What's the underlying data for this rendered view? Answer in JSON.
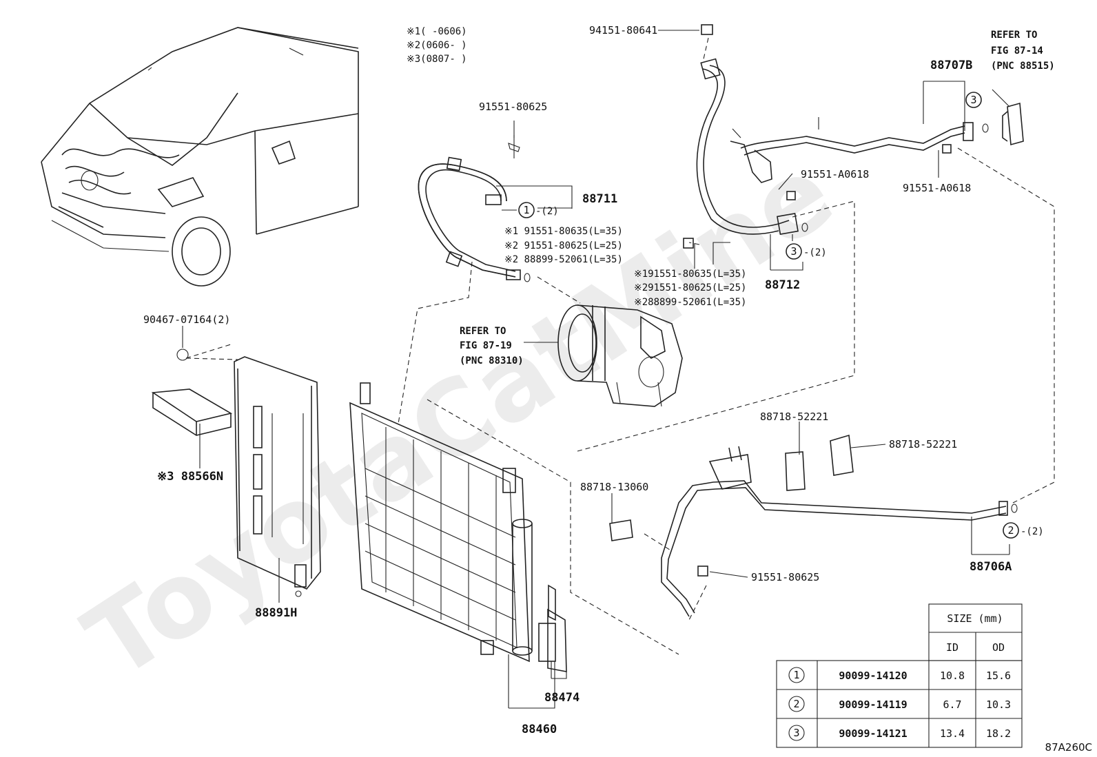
{
  "watermark": "ToyotaCatMine",
  "figure_code": "87A260C",
  "notes": [
    {
      "mark": "※1",
      "range": "(      -0606)"
    },
    {
      "mark": "※2",
      "range": "(0606-      )"
    },
    {
      "mark": "※3",
      "range": "(0807-      )"
    }
  ],
  "refer_top": [
    "REFER TO",
    "FIG 87-14",
    "(PNC 88515)"
  ],
  "refer_compressor": [
    "REFER TO",
    "FIG 87-19",
    "(PNC 88310)"
  ],
  "parts": {
    "p94151": "94151-80641",
    "p88707b": "88707B",
    "p91551_a0618_a": "91551-A0618",
    "p91551_a0618_b": "91551-A0618",
    "p91551_80625_top": "91551-80625",
    "p88711": "88711",
    "p88711_seal": "-(2)",
    "p88712": "88712",
    "p88712_seal": "-(2)",
    "bolts_left": [
      "※1 91551-80635(L=35)",
      "※2 91551-80625(L=25)",
      "※2 88899-52061(L=35)"
    ],
    "bolts_right": [
      "※191551-80635(L=35)",
      "※291551-80625(L=25)",
      "※288899-52061(L=35)"
    ],
    "p90467": "90467-07164(2)",
    "p88566n": "※3 88566N",
    "p88891h": "88891H",
    "p88460": "88460",
    "p88474": "88474",
    "p88718_13060": "88718-13060",
    "p88718_52221_a": "88718-52221",
    "p88718_52221_b": "88718-52221",
    "p91551_80625_bottom": "91551-80625",
    "p88706a": "88706A",
    "p88706a_seal": "-(2)"
  },
  "seal_markers": {
    "one": "1",
    "two": "2",
    "three": "3"
  },
  "size_table": {
    "header": "SIZE (mm)",
    "col_id": "ID",
    "col_od": "OD",
    "rows": [
      {
        "mark": "1",
        "part": "90099-14120",
        "id": "10.8",
        "od": "15.6"
      },
      {
        "mark": "2",
        "part": "90099-14119",
        "id": "6.7",
        "od": "10.3"
      },
      {
        "mark": "3",
        "part": "90099-14121",
        "id": "13.4",
        "od": "18.2"
      }
    ]
  }
}
